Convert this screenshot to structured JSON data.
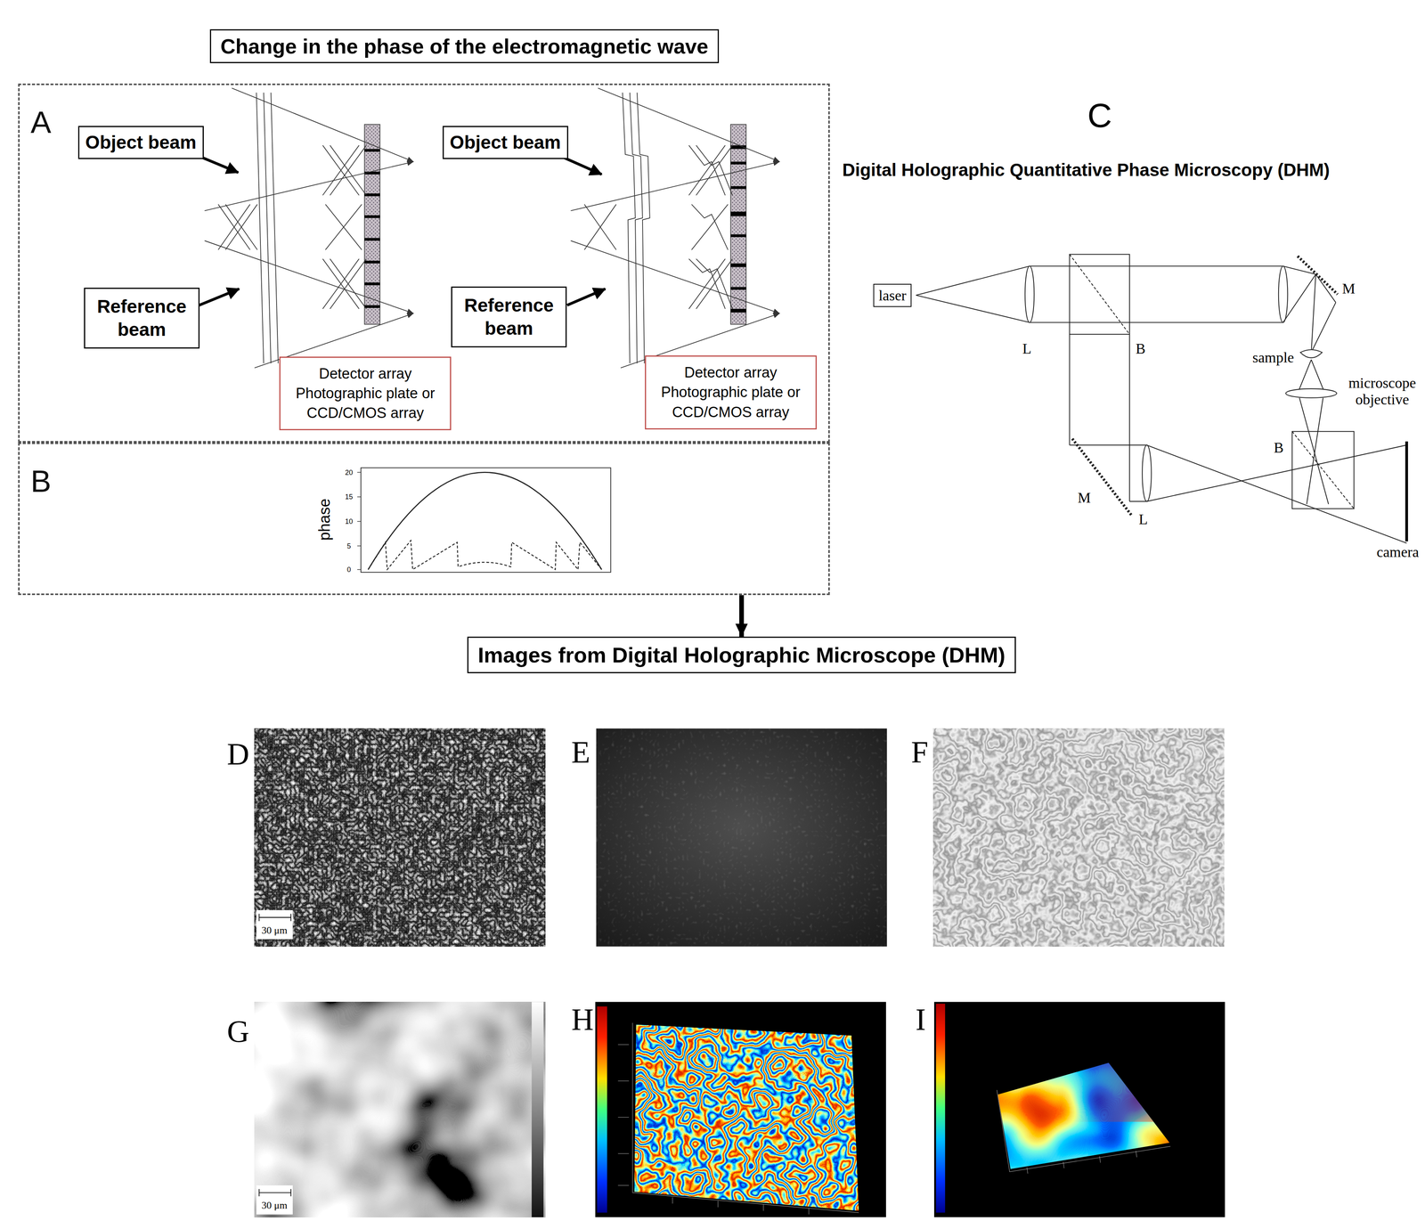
{
  "diagram": {
    "title": "Change in the phase of the electromagnetic wave",
    "nodes": [
      {
        "text": [
          "A"
        ]
      },
      {
        "text": [
          "Object beam"
        ],
        "in": 0
      },
      {
        "text": [
          "Reference beam"
        ],
        "in": 0
      },
      {
        "text": [
          "Detector array Photographic plate or CCD/CMOS array"
        ],
        "in": 0
      },
      {
        "text": [
          "Object beam"
        ],
        "in": 0
      },
      {
        "text": [
          "Reference beam"
        ],
        "in": 0
      },
      {
        "text": [
          "Detector array Photographic plate or CCD/CMOS array"
        ],
        "in": 0
      },
      {
        "text": [
          "B"
        ]
      },
      {
        "text": [
          "laser"
        ]
      },
      {
        "text": [
          "Images from Digital Holographic Microscope (DHM)"
        ]
      }
    ],
    "edges": [
      {
        "from": 7,
        "to": 9,
        "arrow": "to"
      }
    ],
    "labels": [
      "C",
      "Digital Holographic Quantitative Phase Microscopy (DHM)",
      "M",
      "L",
      "B",
      "sample",
      "microscope objective",
      "B",
      "M",
      "L",
      "camera",
      "phase",
      "20",
      "15",
      "10",
      "5",
      "0",
      "D",
      "30 μm",
      "E",
      "F",
      "G",
      "30 μm",
      "H",
      "I"
    ]
  }
}
